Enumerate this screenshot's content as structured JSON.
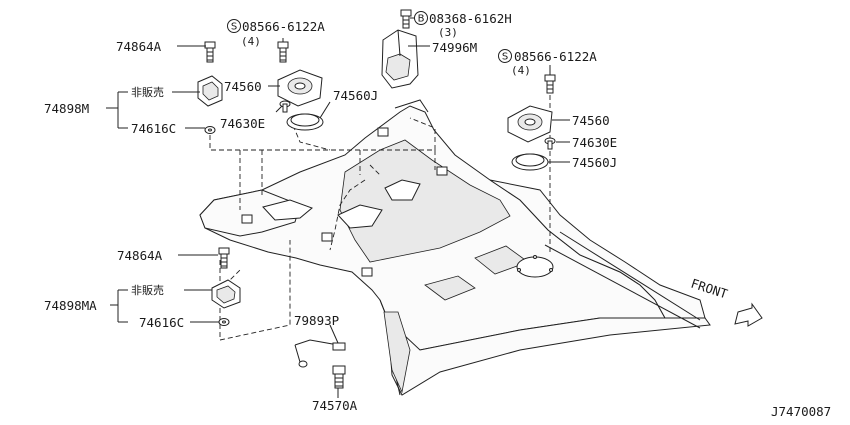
{
  "diagram_id": "J7470087",
  "front_label": "FRONT",
  "not_for_sale": "非販売",
  "labels": {
    "p74864A_top": "74864A",
    "p74898M": "74898M",
    "p74616C_top": "74616C",
    "screw_top_left": "08566-6122A",
    "screw_top_left_qty": "(4)",
    "p74560_left": "74560",
    "p74560J_left": "74560J",
    "p74630E_left": "74630E",
    "bolt_top": "08368-6162H",
    "bolt_top_qty": "(3)",
    "p74996M": "74996M",
    "screw_right": "08566-6122A",
    "screw_right_qty": "(4)",
    "p74560_right": "74560",
    "p74630E_right": "74630E",
    "p74560J_right": "74560J",
    "p74864A_bottom": "74864A",
    "p74898MA": "74898MA",
    "p74616C_bottom": "74616C",
    "p79893P": "79893P",
    "p74570A": "74570A"
  },
  "symbols": {
    "s": "S",
    "b": "B"
  }
}
